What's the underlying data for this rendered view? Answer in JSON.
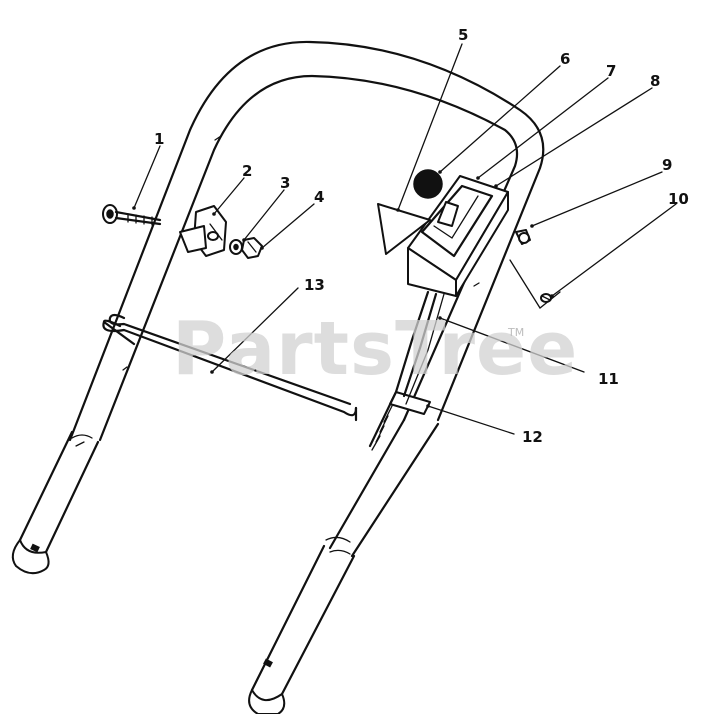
{
  "watermark": "PartsTree",
  "watermark_tm": "TM",
  "callouts": [
    {
      "id": "1",
      "label": "1"
    },
    {
      "id": "2",
      "label": "2"
    },
    {
      "id": "3",
      "label": "3"
    },
    {
      "id": "4",
      "label": "4"
    },
    {
      "id": "5",
      "label": "5"
    },
    {
      "id": "6",
      "label": "6"
    },
    {
      "id": "7",
      "label": "7"
    },
    {
      "id": "8",
      "label": "8"
    },
    {
      "id": "9",
      "label": "9"
    },
    {
      "id": "10",
      "label": "10"
    },
    {
      "id": "11",
      "label": "11"
    },
    {
      "id": "12",
      "label": "12"
    },
    {
      "id": "13",
      "label": "13"
    }
  ]
}
